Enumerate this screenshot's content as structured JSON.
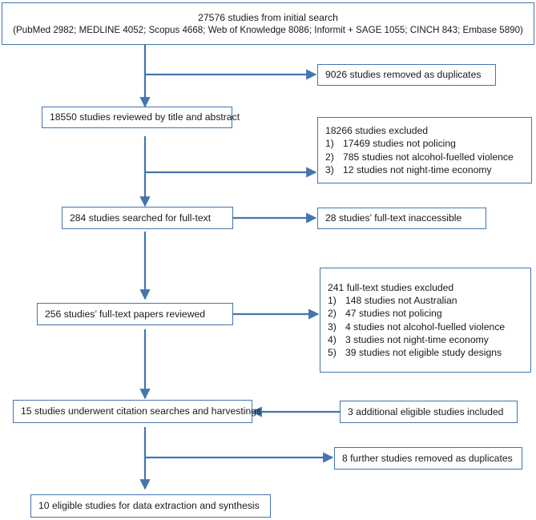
{
  "diagram": {
    "type": "flowchart",
    "title": "Study selection flow diagram",
    "colors": {
      "box_border": "#4575ad",
      "connector": "#4575ad",
      "box_fill": "#ffffff",
      "text": "#1a1a1a"
    },
    "nodes": {
      "initial_search": {
        "line1": "27576 studies from initial search",
        "line2": "(PubMed 2982; MEDLINE 4052; Scopus 4668; Web of Knowledge 8086; Informit + SAGE 1055; CINCH 843; Embase 5890)"
      },
      "duplicates_removed": {
        "line1": "9026 studies removed as duplicates"
      },
      "title_abstract_reviewed": {
        "line1": "18550 studies reviewed by title and abstract"
      },
      "title_abstract_excluded": {
        "heading": "18266 studies excluded",
        "items": [
          {
            "num": "1)",
            "text": "17469 studies not policing"
          },
          {
            "num": "2)",
            "text": "785 studies not alcohol-fuelled violence"
          },
          {
            "num": "3)",
            "text": "12 studies not night-time economy"
          }
        ]
      },
      "fulltext_searched": {
        "line1": "284 studies searched for full-text"
      },
      "fulltext_inaccessible": {
        "line1": "28 studies’ full-text inaccessible"
      },
      "fulltext_reviewed": {
        "line1": "256 studies’ full-text papers reviewed"
      },
      "fulltext_excluded": {
        "heading": "241 full-text studies excluded",
        "items": [
          {
            "num": "1)",
            "text": "148 studies not Australian"
          },
          {
            "num": "2)",
            "text": "47 studies not policing"
          },
          {
            "num": "3)",
            "text": "4 studies not alcohol-fuelled violence"
          },
          {
            "num": "4)",
            "text": "3 studies not night-time economy"
          },
          {
            "num": "5)",
            "text": "39 studies not eligible study designs"
          }
        ]
      },
      "citation_searches": {
        "line1": "15 studies underwent citation searches and harvestings"
      },
      "additional_included": {
        "line1": "3 additional eligible studies included"
      },
      "further_duplicates": {
        "line1": "8 further studies removed as duplicates"
      },
      "final_eligible": {
        "line1": "10 eligible studies for data extraction and synthesis"
      }
    }
  }
}
